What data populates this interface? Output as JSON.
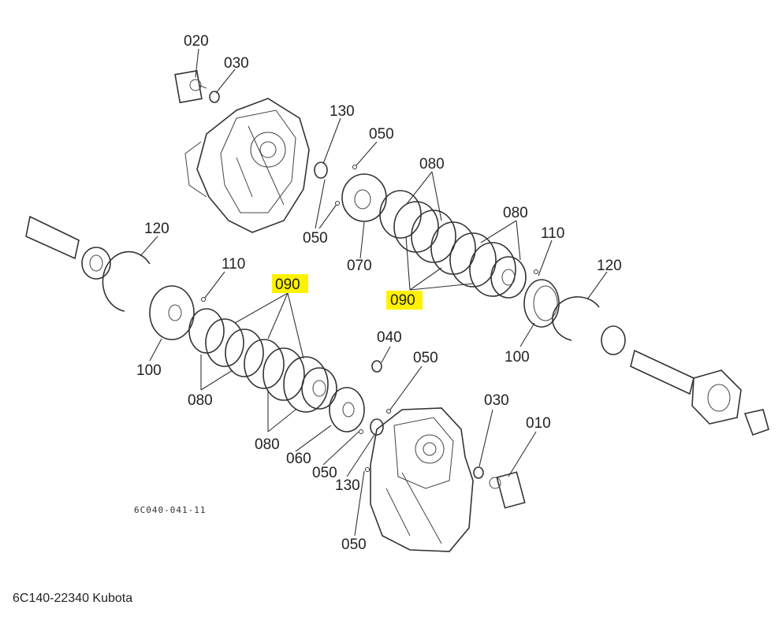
{
  "diagram": {
    "labels": {
      "l020": "020",
      "l030a": "030",
      "l130a": "130",
      "l050a": "050",
      "l080a": "080",
      "l080b": "080",
      "l110a": "110",
      "l120a": "120",
      "l050b": "050",
      "l070": "070",
      "l090a": "090",
      "l090b": "090",
      "l100a": "100",
      "l120b": "120",
      "l110b": "110",
      "l100b": "100",
      "l080c": "080",
      "l080d": "080",
      "l040": "040",
      "l050c": "050",
      "l060": "060",
      "l050d": "050",
      "l130b": "130",
      "l030b": "030",
      "l010": "010",
      "l050e": "050"
    },
    "reference_code": "6C040-041-11",
    "highlight_color": "#fff200"
  },
  "caption": "6C140-22340 Kubota"
}
